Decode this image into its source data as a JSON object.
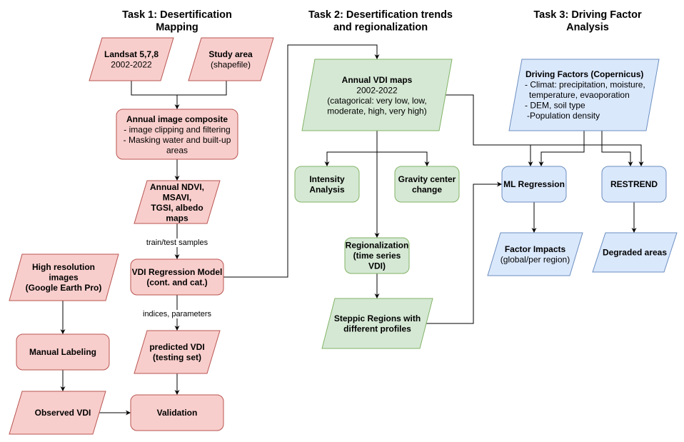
{
  "colors": {
    "task1": {
      "fill": "#f8cecc",
      "stroke": "#b85450"
    },
    "task2": {
      "fill": "#d5e8d4",
      "stroke": "#82b366"
    },
    "task3": {
      "fill": "#dae8fc",
      "stroke": "#6c8ebf"
    },
    "connector": "#000000"
  },
  "headings": {
    "task1": [
      "Task 1: Desertification",
      "Mapping"
    ],
    "task2": [
      "Task 2: Desertification trends",
      "and regionalization"
    ],
    "task3": [
      "Task 3: Driving Factor",
      "Analysis"
    ]
  },
  "nodes": {
    "landsat": [
      "Landsat 5,7,8",
      "2002-2022"
    ],
    "study_area": [
      "Study area",
      "(shapefile)"
    ],
    "image_composite": [
      "Annual image composite",
      "- image clipping and filtering",
      "- Masking water and built-up",
      "areas"
    ],
    "index_maps": [
      "Annual NDVI,",
      "MSAVI,",
      "TGSI, albedo",
      "maps"
    ],
    "vdi_model": [
      "VDI Regression Model",
      "(cont. and cat.)"
    ],
    "predicted_vdi": [
      "predicted VDI",
      "(testing set)"
    ],
    "validation": [
      "Validation"
    ],
    "high_res_images": [
      "High resolution",
      "images",
      "(Google Earth Pro)"
    ],
    "manual_labeling": [
      "Manual Labeling"
    ],
    "observed_vdi": [
      "Observed VDI"
    ],
    "annual_vdi_maps": [
      "Annual VDI maps",
      "2002-2022",
      "(catagorical: very low, low,",
      "moderate, high, very high)"
    ],
    "intensity_analysis": [
      "Intensity",
      "Analysis"
    ],
    "gravity_center": [
      "Gravity center",
      "change"
    ],
    "regionalization": [
      "Regionalization",
      "(time series",
      "VDI)"
    ],
    "steppic_regions": [
      "Steppic Regions with",
      "different profiles"
    ],
    "driving_factors": [
      "Driving Factors (Copernicus)",
      "- Climat: precipitation, moisture,",
      "temperature, evaoporation",
      "- DEM, soil type",
      "-Population density"
    ],
    "ml_regression": [
      "ML Regression"
    ],
    "restrend": [
      "RESTREND"
    ],
    "factor_impacts": [
      "Factor Impacts",
      "(global/per region)"
    ],
    "degraded_areas": [
      "Degraded areas"
    ]
  },
  "edge_labels": {
    "train_test": "train/test samples",
    "indices_parameters": "indices, parameters"
  }
}
